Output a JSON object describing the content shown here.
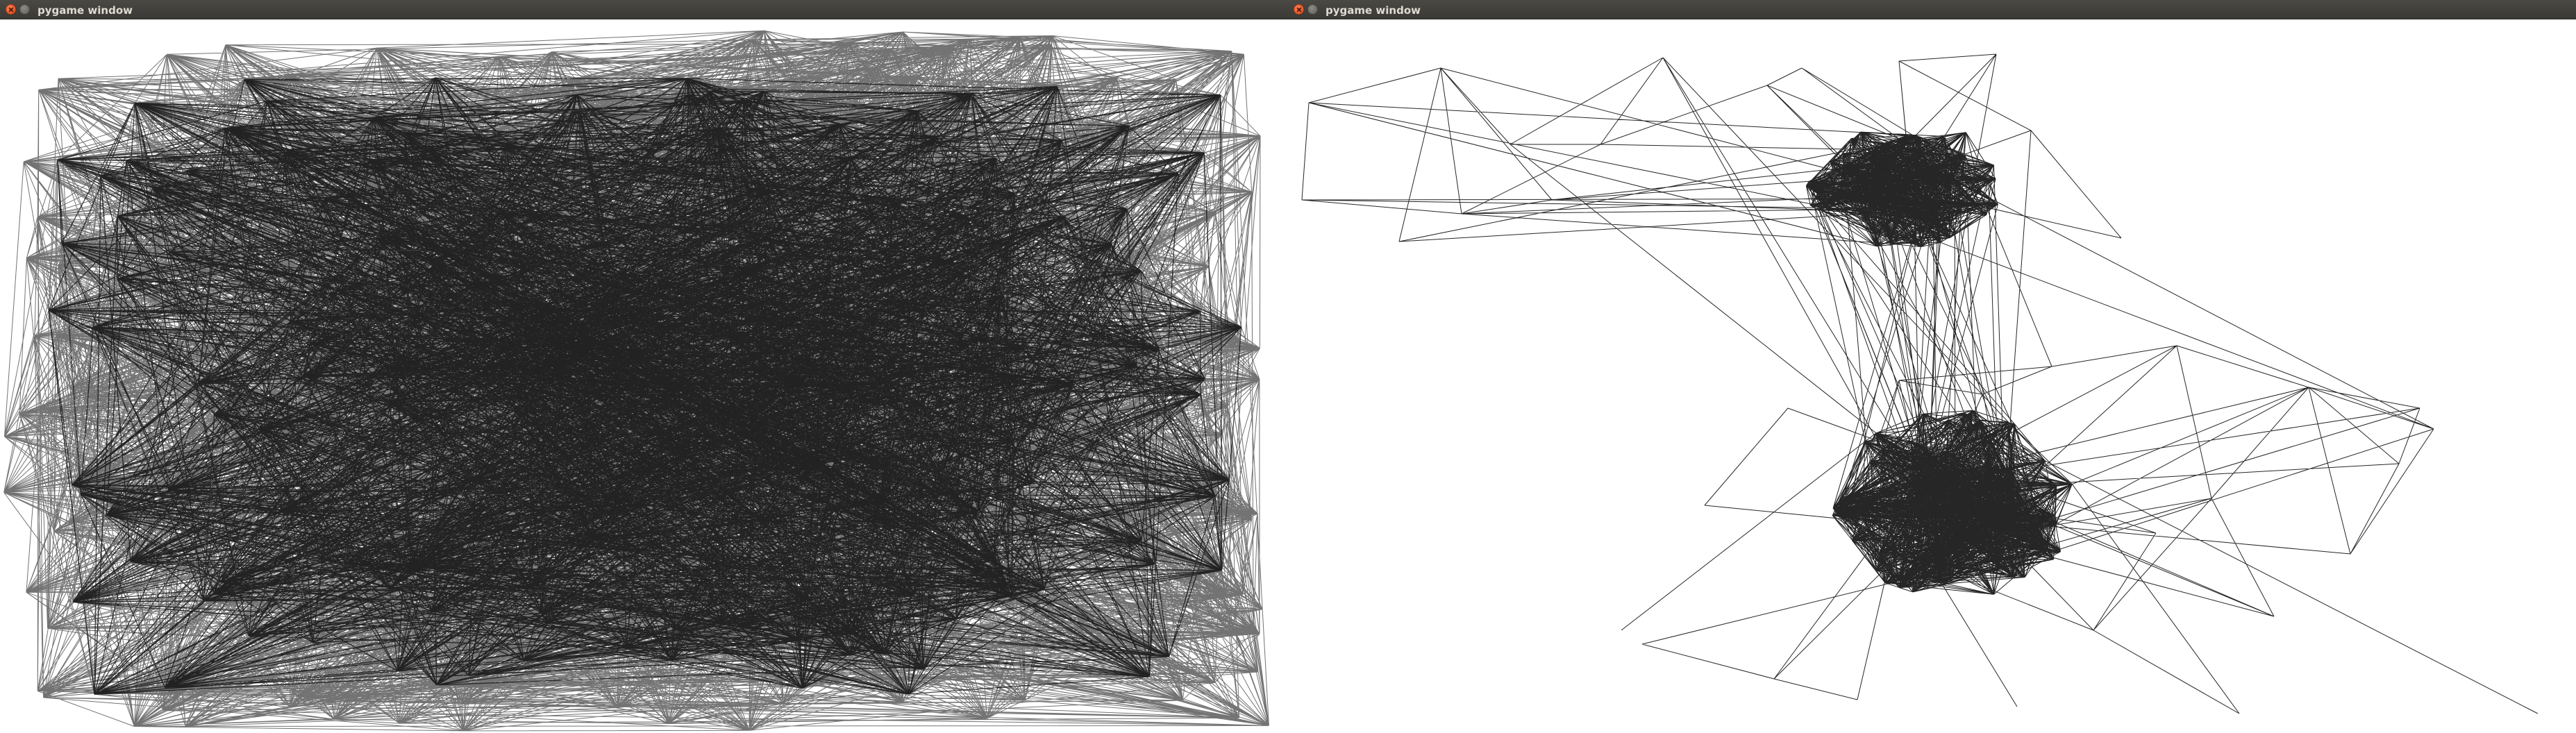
{
  "windows": [
    {
      "title": "pygame window",
      "content": "dense random graph rendering",
      "title_bar_color": "#3c3b37",
      "canvas_background": "#ffffff",
      "edge_color": "#000000"
    },
    {
      "title": "pygame window",
      "content": "force-directed graph with two clusters",
      "title_bar_color": "#3c3b37",
      "canvas_background": "#ffffff",
      "edge_color": "#000000"
    }
  ],
  "icons": {
    "close": "close-icon",
    "minimize": "minimize-icon"
  }
}
